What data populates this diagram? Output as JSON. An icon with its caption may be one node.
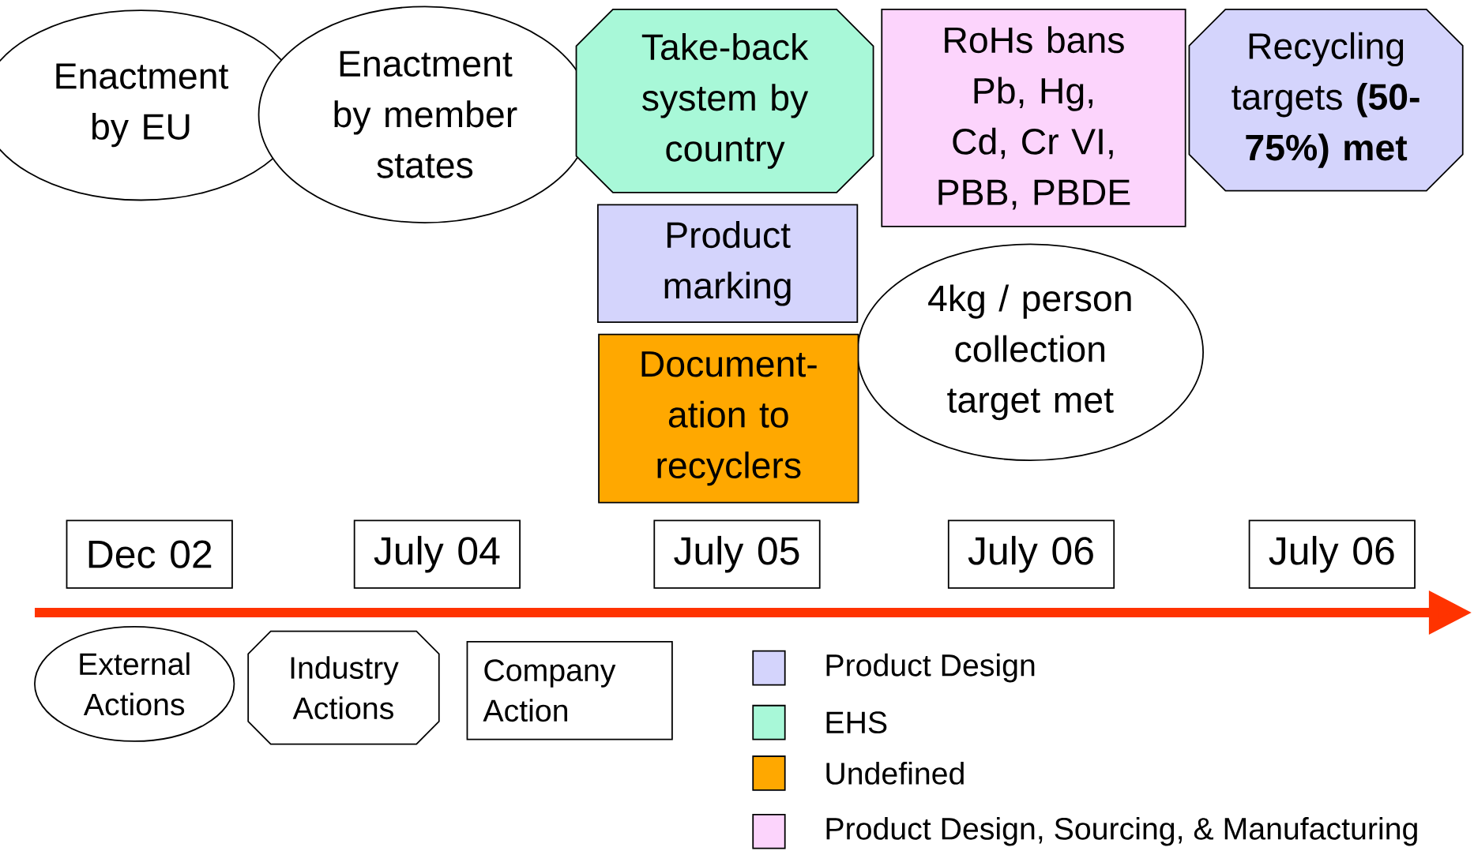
{
  "diagram": {
    "nodes": [
      {
        "text": [
          "Enactment by EU"
        ]
      },
      {
        "text": [
          "Enactment by member states"
        ]
      },
      {
        "text": [
          "Take-back system by country"
        ]
      },
      {
        "text": [
          "RoHs bans Pb, Hg, Cd, Cr VI, PBB, PBDE"
        ]
      },
      {
        "text": [
          "Recycling targets **(50-75%) met**"
        ]
      },
      {
        "text": [
          "Product marking"
        ]
      },
      {
        "text": [
          "4kg / person collection target met"
        ]
      },
      {
        "text": [
          "Document- ation to recyclers"
        ]
      },
      {
        "text": [
          "Dec 02"
        ]
      },
      {
        "text": [
          "July 04"
        ]
      },
      {
        "text": [
          "July 05"
        ]
      },
      {
        "text": [
          "July 06"
        ]
      },
      {
        "text": [
          "July 06"
        ]
      },
      {
        "text": [
          "External Actions"
        ]
      },
      {
        "text": [
          "Industry Actions"
        ]
      },
      {
        "text": [
          "Company Action"
        ]
      }
    ],
    "legend": [
      {
        "text": "Product Design",
        "color": "#d4d4fc"
      },
      {
        "text": "EHS",
        "color": "#a8f8d8"
      },
      {
        "text": "Undefined",
        "color": "#ffa800"
      },
      {
        "text": "Product Design, Sourcing, & Manufacturing",
        "color": "#fcd4fc"
      }
    ]
  }
}
